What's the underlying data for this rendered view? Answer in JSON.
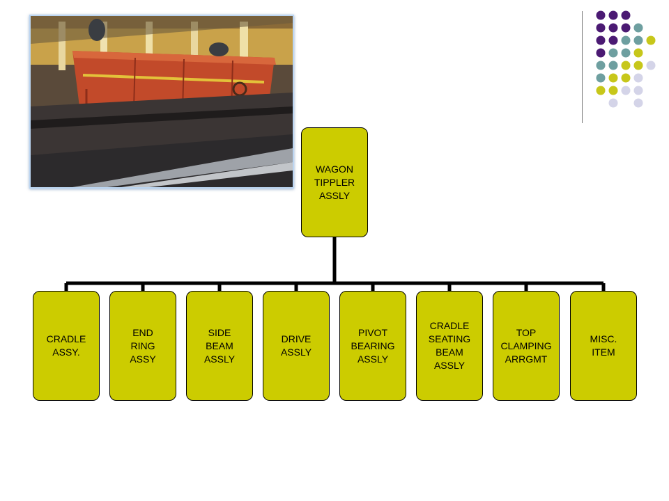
{
  "colors": {
    "box_fill": "#cccc00",
    "connector": "#000000",
    "dot_purple": "#4b1a73",
    "dot_teal": "#6e9fa0",
    "dot_olive": "#c7c71a",
    "dot_lavender": "#d4d4e8",
    "divider": "#7a7a7a"
  },
  "photo": {
    "icon": "wagon-tippler-photo"
  },
  "org_chart": {
    "root": {
      "label": "WAGON\nTIPPLER\nASSLY"
    },
    "children": [
      {
        "label": "CRADLE\nASSY."
      },
      {
        "label": "END\nRING\nASSY"
      },
      {
        "label": "SIDE\nBEAM\nASSLY"
      },
      {
        "label": "DRIVE\nASSLY"
      },
      {
        "label": "PIVOT\nBEARING\nASSLY"
      },
      {
        "label": "CRADLE\nSEATING\nBEAM\nASSLY"
      },
      {
        "label": "TOP\nCLAMPING\nARRGMT"
      },
      {
        "label": "MISC.\nITEM"
      }
    ]
  },
  "decor_dots": [
    [
      "purple",
      "purple",
      "purple",
      "",
      "",
      ""
    ],
    [
      "purple",
      "purple",
      "purple",
      "teal",
      "",
      ""
    ],
    [
      "purple",
      "purple",
      "teal",
      "teal",
      "olive",
      ""
    ],
    [
      "purple",
      "teal",
      "teal",
      "olive",
      "",
      ""
    ],
    [
      "teal",
      "teal",
      "olive",
      "olive",
      "lavender",
      ""
    ],
    [
      "teal",
      "olive",
      "olive",
      "lavender",
      "",
      ""
    ],
    [
      "olive",
      "olive",
      "lavender",
      "lavender",
      "",
      ""
    ],
    [
      "",
      "lavender",
      "",
      "lavender",
      "",
      ""
    ]
  ]
}
